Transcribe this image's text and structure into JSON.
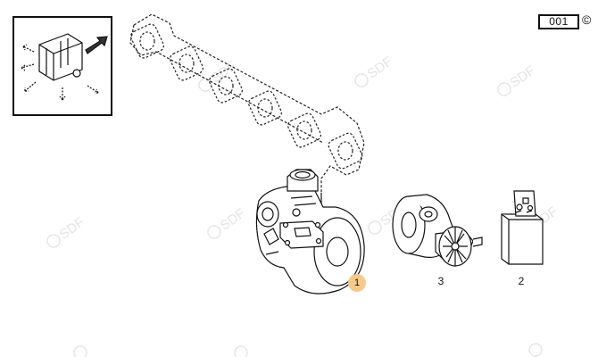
{
  "page_code": "001",
  "copyright_symbol": "©",
  "watermark_text": "SDF",
  "callouts": {
    "turbocharger": "1",
    "cartridge": "3",
    "gasket_kit": "2"
  },
  "colors": {
    "line": "#111111",
    "highlight": "#f6c98a",
    "watermark": "#e4e4e4"
  }
}
